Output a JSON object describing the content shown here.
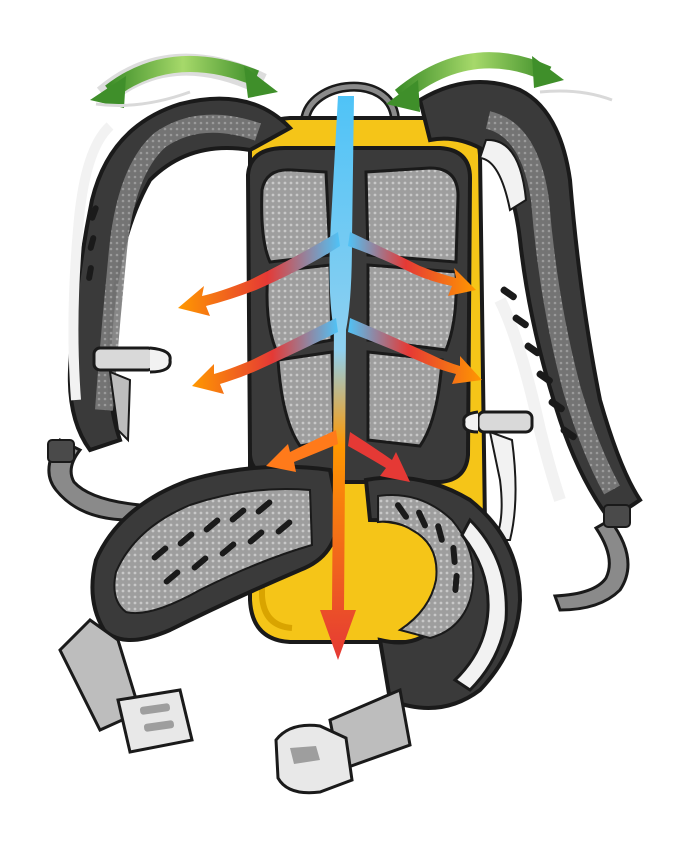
{
  "illustration": {
    "subject": "backpack-back-system",
    "colors": {
      "frame_yellow": "#f5c518",
      "frame_yellow_dark": "#d9a400",
      "padding_dark": "#3a3a3a",
      "padding_mid": "#6e6e6e",
      "mesh_light": "#b8b8b8",
      "strap_white": "#f2f2f2",
      "outline": "#1a1a1a",
      "air_cool": "#4fc3f7",
      "air_warm": "#ff9800",
      "air_hot": "#e53935",
      "rotation_arrow": "#7cc242",
      "rotation_arrow_dark": "#3f8f2a"
    },
    "airflow_arrows": [
      {
        "name": "center-down-arrow",
        "color": "blend-cool-to-warm"
      },
      {
        "name": "upper-left-arrow",
        "color": "warm"
      },
      {
        "name": "upper-right-arrow",
        "color": "warm"
      },
      {
        "name": "middle-left-arrow",
        "color": "warm"
      },
      {
        "name": "middle-right-arrow",
        "color": "warm"
      },
      {
        "name": "lower-left-arrow",
        "color": "warm"
      },
      {
        "name": "lower-right-arrow",
        "color": "warm"
      }
    ],
    "rotation_arrows": [
      {
        "name": "left-shoulder-rotation-arrow"
      },
      {
        "name": "right-shoulder-rotation-arrow"
      }
    ]
  }
}
